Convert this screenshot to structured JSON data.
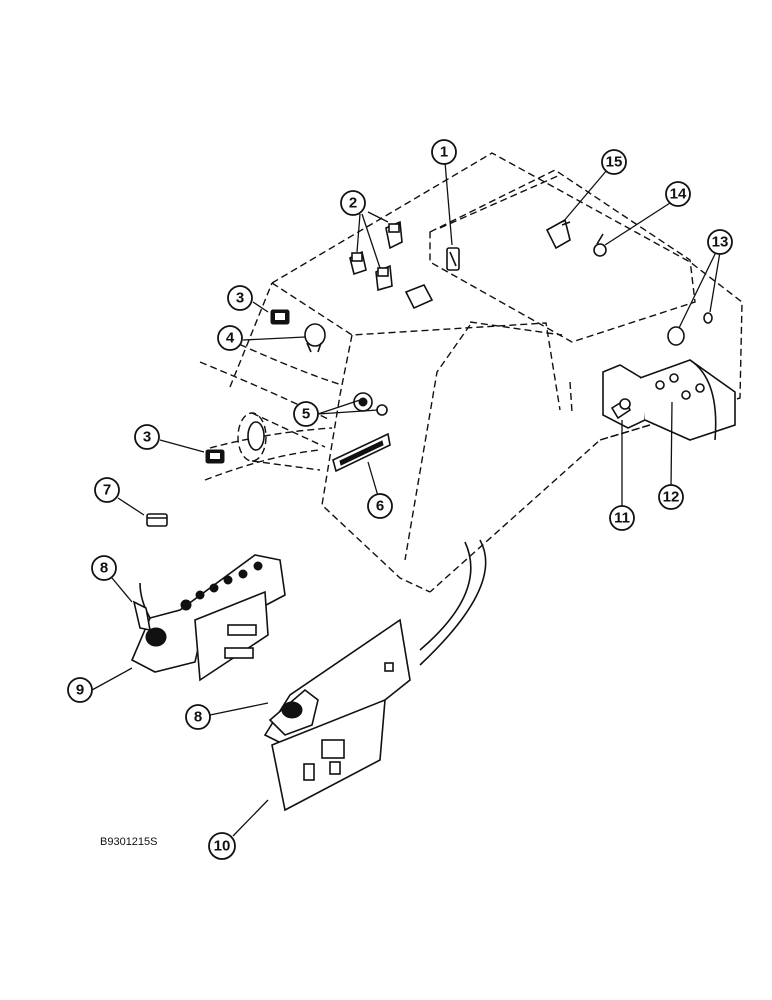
{
  "drawing_id": "B9301215S",
  "callouts": [
    {
      "id": "c1",
      "label": "1"
    },
    {
      "id": "c2",
      "label": "2"
    },
    {
      "id": "c3a",
      "label": "3"
    },
    {
      "id": "c3b",
      "label": "3"
    },
    {
      "id": "c4",
      "label": "4"
    },
    {
      "id": "c5",
      "label": "5"
    },
    {
      "id": "c6",
      "label": "6"
    },
    {
      "id": "c7",
      "label": "7"
    },
    {
      "id": "c8a",
      "label": "8"
    },
    {
      "id": "c8b",
      "label": "8"
    },
    {
      "id": "c9",
      "label": "9"
    },
    {
      "id": "c10",
      "label": "10"
    },
    {
      "id": "c11",
      "label": "11"
    },
    {
      "id": "c12",
      "label": "12"
    },
    {
      "id": "c13",
      "label": "13"
    },
    {
      "id": "c14",
      "label": "14"
    },
    {
      "id": "c15",
      "label": "15"
    }
  ]
}
